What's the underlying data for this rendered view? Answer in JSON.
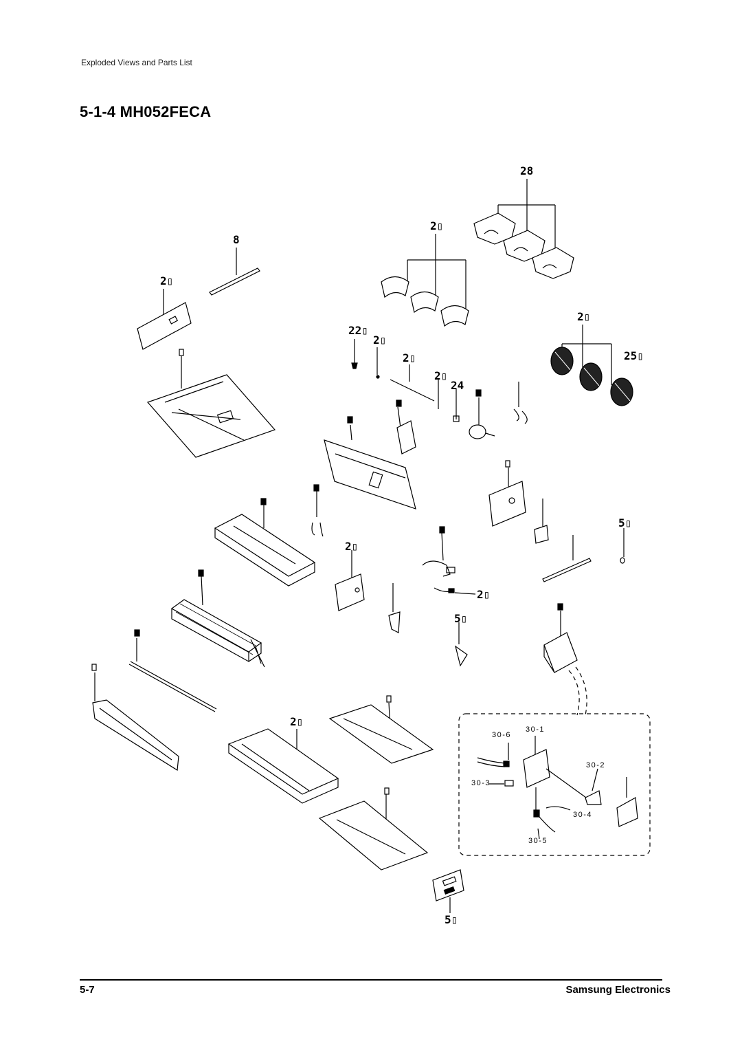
{
  "header": {
    "section": "Exploded Views and Parts List"
  },
  "title": "5-1-4 MH052FECA",
  "callouts": {
    "c1": "28",
    "c2": "2▯",
    "c3": "8",
    "c4": "2▯",
    "c5": "2▯",
    "c6": "22▯",
    "c7": "2▯",
    "c8": "2▯",
    "c9": "2▯",
    "c10": "24",
    "c11": "25▯",
    "c12": "5▯",
    "c13": "2▯",
    "c14": "2▯",
    "c15": "5▯",
    "c16": "2▯",
    "c17": "5▯"
  },
  "detail_callouts": {
    "d1": "30-6",
    "d2": "30-1",
    "d3": "30-2",
    "d4": "30-3",
    "d5": "30-4",
    "d6": "30-5"
  },
  "footer": {
    "page": "5-7",
    "company": "Samsung Electronics"
  }
}
